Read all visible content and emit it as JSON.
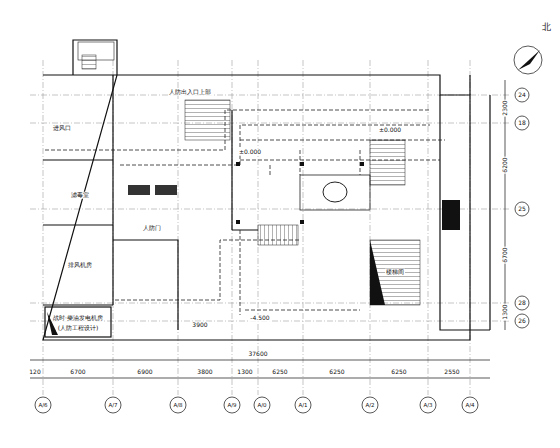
{
  "diagram": {
    "labels": [
      "北",
      "24",
      "18",
      "25",
      "28",
      "26",
      "2300",
      "6200",
      "6700",
      "1300",
      "120",
      "6700",
      "6900",
      "3800",
      "1300",
      "6250",
      "6250",
      "6250",
      "2550",
      "37600",
      "A/6",
      "A/7",
      "A/8",
      "A/9",
      "A/0",
      "A/1",
      "A/2",
      "A/3",
      "A/4",
      "战时·柴油发电机房",
      "(人防工程设计)",
      "进风口",
      "排风机房",
      "滤毒室",
      "人防门",
      "±0.000",
      "±0.000",
      "-4.500",
      "3900",
      "楼梯间",
      "人防出入口上部"
    ]
  }
}
